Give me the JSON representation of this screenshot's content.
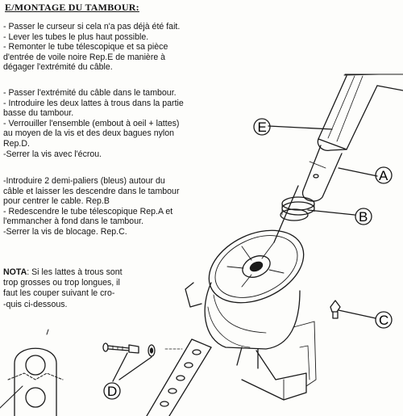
{
  "heading": "E/MONTAGE DU TAMBOUR:",
  "block1": [
    "- Passer le curseur si cela n'a pas déjà été fait.",
    "- Lever les tubes le plus haut possible.",
    "- Remonter le tube télescopique et sa pièce",
    "d'entrée de voile noire Rep.E de manière à",
    "dégager l'extrémité du câble."
  ],
  "block2": [
    "- Passer l'extrémité du câble dans le tambour.",
    "- Introduire les deux lattes à trous dans la partie",
    "basse du tambour.",
    "- Verrouiller l'ensemble (embout à oeil + lattes)",
    "au moyen de la vis et des deux bagues nylon",
    "Rep.D.",
    "-Serrer la vis avec l'écrou."
  ],
  "block3": [
    "-Introduire 2 demi-paliers (bleus) autour du",
    "câble et laisser les descendre dans le tambour",
    "pour centrer le cable. Rep.B",
    "- Redescendre le tube télescopique Rep.A et",
    "l'emmancher à fond dans le tambour.",
    "-Serrer la vis de blocage. Rep.C."
  ],
  "note": {
    "label": "NOTA",
    "line1": ": Si les lattes à trous sont",
    "line2": "trop grosses ou trop longues, il",
    "line3": "faut les couper suivant le cro-",
    "line4": "-quis ci-dessous."
  },
  "callouts": {
    "A": "A",
    "B": "B",
    "C": "C",
    "D": "D",
    "E": "E"
  }
}
